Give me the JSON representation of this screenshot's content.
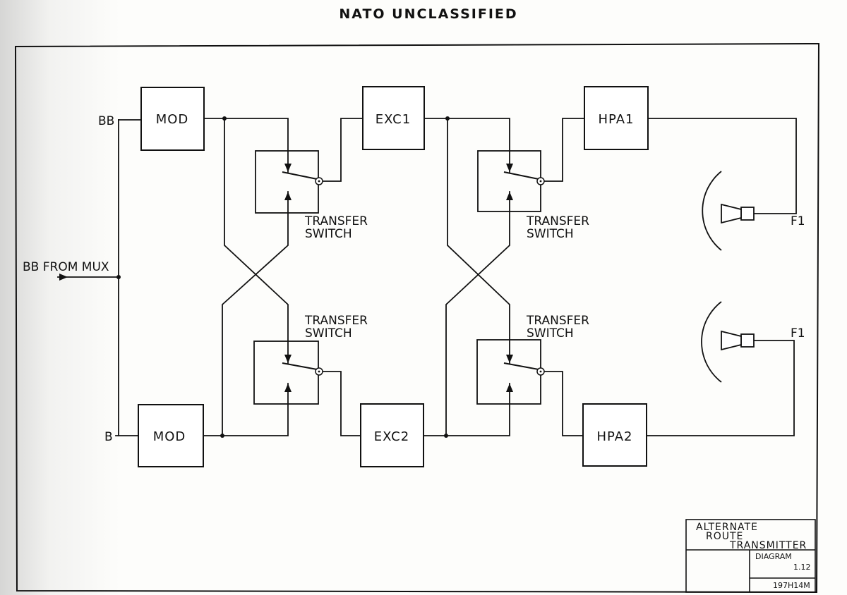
{
  "header": {
    "classification": "NATO UNCLASSIFIED"
  },
  "inputs": {
    "bb_top": "BB",
    "b_bottom": "B",
    "bb_from_mux": "BB FROM MUX"
  },
  "blocks": {
    "mod_top": "MOD",
    "mod_bottom": "MOD",
    "exc1": "EXC1",
    "exc2": "EXC2",
    "hpa1": "HPA1",
    "hpa2": "HPA2"
  },
  "switches": {
    "switch_line1": "TRANSFER",
    "switch_line2": "SWITCH"
  },
  "outputs": {
    "f1_top": "F1",
    "f1_bottom": "F1"
  },
  "title_block": {
    "title_line1": "ALTERNATE",
    "title_line2": "ROUTE",
    "title_line3": "TRANSMITTER",
    "diagram_label": "DIAGRAM",
    "diagram_number": "1.12",
    "drawing_number": "197H14M"
  }
}
